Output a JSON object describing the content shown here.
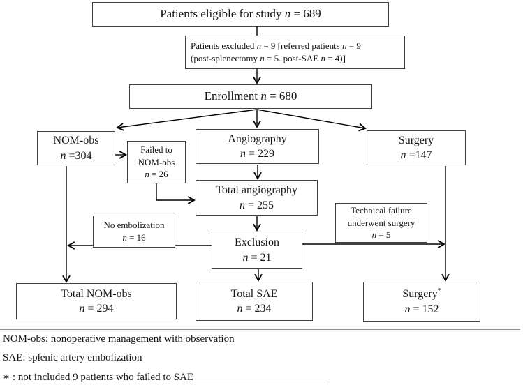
{
  "diagram": {
    "boxes": {
      "eligible": {
        "lines": [
          "Patients eligible for study n = 689"
        ]
      },
      "excluded": {
        "lines": [
          "Patients excluded n = 9 [referred patients n = 9",
          "(post-splenectomy n = 5. post-SAE n = 4)]"
        ]
      },
      "enrollment": {
        "lines": [
          "Enrollment n = 680"
        ]
      },
      "nom_obs": {
        "lines": [
          "NOM-obs",
          "n =304"
        ]
      },
      "failed_nom": {
        "lines": [
          "Failed to",
          "NOM-obs",
          "n = 26"
        ]
      },
      "angiography": {
        "lines": [
          "Angiography",
          "n = 229"
        ]
      },
      "total_angiography": {
        "lines": [
          "Total angiography",
          "n = 255"
        ]
      },
      "surgery": {
        "lines": [
          "Surgery",
          "n =147"
        ]
      },
      "no_embolization": {
        "lines": [
          "No embolization",
          "n = 16"
        ]
      },
      "exclusion": {
        "lines": [
          "Exclusion",
          "n = 21"
        ]
      },
      "technical_failure": {
        "lines": [
          "Technical failure",
          "underwent surgery",
          "n = 5"
        ]
      },
      "total_nom_obs": {
        "lines": [
          "Total NOM-obs",
          "n = 294"
        ]
      },
      "total_sae": {
        "lines": [
          "Total SAE",
          "n = 234"
        ]
      },
      "surgery_final": {
        "lines": [
          "Surgery*",
          "n = 152"
        ]
      }
    },
    "footnotes": [
      "NOM-obs: nonoperative management with observation",
      "SAE: splenic artery embolization",
      "∗ : not included 9 patients who failed to SAE"
    ],
    "colors": {
      "arrow": "#000000",
      "box_border": "#3f3f3f",
      "divider": "#8f8f8f",
      "text": "#151515",
      "background": "#ffffff"
    }
  }
}
